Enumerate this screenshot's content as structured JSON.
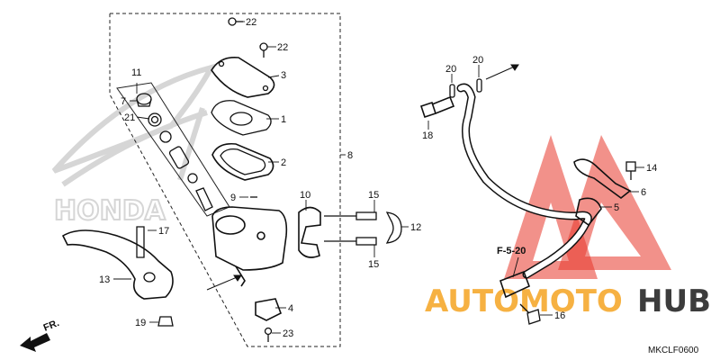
{
  "diagram_code": "MKCLF0600",
  "reference_code": "F-5-20",
  "front_marker": "FR.",
  "watermark": {
    "brand": "HONDA",
    "logo_text_orange": "AUTOMOTO",
    "logo_text_dark": "HUB",
    "colors": {
      "orange": "#f4a321",
      "red": "#e8362a",
      "dark": "#3c3c3c"
    }
  },
  "callouts": {
    "c1": "1",
    "c2": "2",
    "c3": "3",
    "c4": "4",
    "c5": "5",
    "c6": "6",
    "c7": "7",
    "c8": "8",
    "c9": "9",
    "c10": "10",
    "c11": "11",
    "c12": "12",
    "c13": "13",
    "c14": "14",
    "c15a": "15",
    "c15b": "15",
    "c16": "16",
    "c17": "17",
    "c18": "18",
    "c19": "19",
    "c20a": "20",
    "c20b": "20",
    "c21": "21",
    "c22a": "22",
    "c22b": "22",
    "c23": "23"
  }
}
